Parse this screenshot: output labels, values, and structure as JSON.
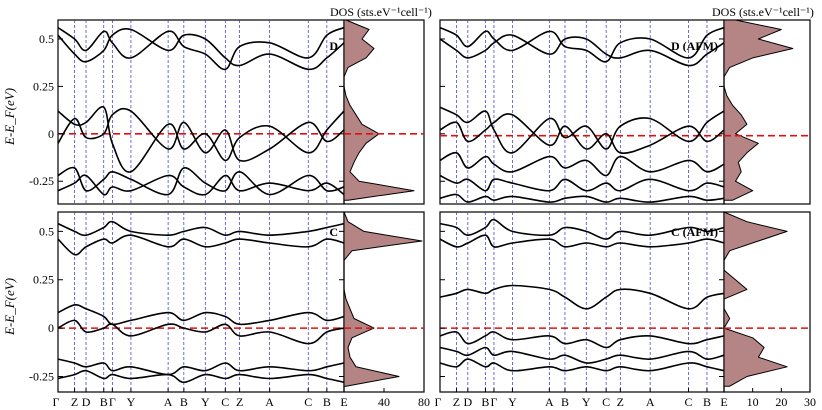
{
  "header": {
    "dos_label_left": "DOS (sts.eV⁻¹cell⁻¹)",
    "dos_label_right": "DOS (sts.eV⁻¹cell⁻¹)"
  },
  "axis": {
    "ylabel": "E-E_F(eV)",
    "band_ticks": [
      "0.5",
      "0.25",
      "0",
      "-0.25"
    ],
    "top_ticks": [
      "0.5",
      "0.25",
      "0",
      "-0.25"
    ],
    "bottom_ticks": [
      "0.5",
      "0.25",
      "0",
      "-0.25"
    ],
    "kpoints": [
      "Γ",
      "Z",
      "D",
      "B",
      "Γ",
      "Y",
      "A",
      "B",
      "Y",
      "C",
      "Z",
      "A",
      "C",
      "B",
      "E"
    ],
    "dos_ticks_left": [
      "40",
      "80"
    ],
    "dos_ticks_right": [
      "10",
      "20",
      "30"
    ]
  },
  "colors": {
    "dos_fill": "#b58484",
    "fermi_line": "#e01010",
    "kpath_lines": "#3030d0",
    "bands": "#000000"
  },
  "chart_data": [
    {
      "type": "line",
      "panel": "top-left bands",
      "label": "D",
      "ylim": [
        -0.37,
        0.6
      ],
      "fermi_level": 0,
      "kpoints": [
        "Γ",
        "Z",
        "D",
        "B",
        "Γ",
        "Y",
        "A",
        "B",
        "Y",
        "C",
        "Z",
        "A",
        "C",
        "B",
        "E"
      ],
      "series": [
        {
          "name": "band 1",
          "values": [
            0.56,
            0.5,
            0.44,
            0.54,
            0.48,
            0.4,
            0.54,
            0.46,
            0.42,
            0.34,
            0.46,
            0.48,
            0.4,
            0.52,
            0.56
          ]
        },
        {
          "name": "band 2",
          "values": [
            0.52,
            0.42,
            0.38,
            0.44,
            0.52,
            0.55,
            0.44,
            0.52,
            0.5,
            0.4,
            0.36,
            0.42,
            0.34,
            0.4,
            0.48
          ]
        },
        {
          "name": "band 3",
          "values": [
            0.12,
            0.05,
            0.06,
            0.14,
            -0.05,
            -0.2,
            0.05,
            -0.08,
            0.0,
            -0.14,
            -0.02,
            0.04,
            -0.1,
            0.02,
            0.12
          ]
        },
        {
          "name": "band 4",
          "values": [
            -0.05,
            0.08,
            -0.02,
            0.0,
            0.1,
            0.12,
            -0.08,
            0.06,
            -0.1,
            0.02,
            -0.14,
            -0.08,
            0.06,
            -0.04,
            0.02
          ]
        },
        {
          "name": "band 5",
          "values": [
            -0.22,
            -0.18,
            -0.3,
            -0.24,
            -0.2,
            -0.24,
            -0.32,
            -0.18,
            -0.26,
            -0.3,
            -0.2,
            -0.32,
            -0.22,
            -0.3,
            -0.28
          ]
        },
        {
          "name": "band 6",
          "values": [
            -0.3,
            -0.26,
            -0.22,
            -0.32,
            -0.28,
            -0.3,
            -0.22,
            -0.28,
            -0.32,
            -0.22,
            -0.3,
            -0.26,
            -0.3,
            -0.26,
            -0.32
          ]
        }
      ]
    },
    {
      "type": "area",
      "panel": "top-left DOS",
      "xlabel": "DOS (sts.eV⁻¹cell⁻¹)",
      "xlim": [
        0,
        80
      ],
      "energy": [
        0.6,
        0.55,
        0.5,
        0.45,
        0.4,
        0.35,
        0.3,
        0.25,
        0.2,
        0.15,
        0.1,
        0.05,
        0.0,
        -0.05,
        -0.1,
        -0.15,
        -0.2,
        -0.25,
        -0.3,
        -0.35
      ],
      "dos": [
        2,
        25,
        18,
        30,
        22,
        4,
        0,
        0,
        2,
        6,
        12,
        18,
        35,
        22,
        15,
        10,
        6,
        15,
        70,
        4
      ]
    },
    {
      "type": "line",
      "panel": "top-right bands",
      "label": "D (AFM)",
      "ylim": [
        -0.37,
        0.6
      ],
      "fermi_level": -0.01,
      "kpoints": [
        "Γ",
        "Z",
        "D",
        "B",
        "Γ",
        "Y",
        "A",
        "B",
        "Y",
        "C",
        "Z",
        "A",
        "C",
        "B",
        "E"
      ],
      "series": [
        {
          "name": "band 1",
          "values": [
            0.56,
            0.52,
            0.46,
            0.54,
            0.5,
            0.44,
            0.54,
            0.46,
            0.44,
            0.38,
            0.48,
            0.5,
            0.4,
            0.52,
            0.56
          ]
        },
        {
          "name": "band 2",
          "values": [
            0.5,
            0.44,
            0.4,
            0.44,
            0.48,
            0.52,
            0.42,
            0.5,
            0.5,
            0.42,
            0.4,
            0.44,
            0.36,
            0.42,
            0.48
          ]
        },
        {
          "name": "band 3",
          "values": [
            0.14,
            0.1,
            0.06,
            0.12,
            0.02,
            -0.1,
            0.08,
            -0.02,
            0.04,
            -0.08,
            0.04,
            0.08,
            -0.04,
            0.06,
            0.12
          ]
        },
        {
          "name": "band 4",
          "values": [
            0.02,
            0.06,
            -0.04,
            0.02,
            0.06,
            0.1,
            -0.06,
            0.04,
            -0.08,
            0.0,
            -0.1,
            -0.06,
            0.04,
            -0.04,
            0.02
          ]
        },
        {
          "name": "band 5",
          "values": [
            -0.14,
            -0.1,
            -0.18,
            -0.12,
            -0.16,
            -0.2,
            -0.12,
            -0.18,
            -0.14,
            -0.22,
            -0.12,
            -0.2,
            -0.14,
            -0.2,
            -0.16
          ]
        },
        {
          "name": "band 6",
          "values": [
            -0.22,
            -0.26,
            -0.24,
            -0.3,
            -0.24,
            -0.26,
            -0.3,
            -0.24,
            -0.3,
            -0.26,
            -0.3,
            -0.24,
            -0.3,
            -0.26,
            -0.28
          ]
        },
        {
          "name": "band 7",
          "values": [
            -0.34,
            -0.32,
            -0.36,
            -0.33,
            -0.35,
            -0.33,
            -0.36,
            -0.34,
            -0.33,
            -0.36,
            -0.34,
            -0.36,
            -0.33,
            -0.35,
            -0.34
          ]
        }
      ]
    },
    {
      "type": "area",
      "panel": "top-right DOS",
      "xlabel": "DOS (sts.eV⁻¹cell⁻¹)",
      "xlim": [
        0,
        30
      ],
      "energy": [
        0.6,
        0.55,
        0.5,
        0.45,
        0.4,
        0.35,
        0.3,
        0.25,
        0.2,
        0.15,
        0.1,
        0.05,
        0.0,
        -0.05,
        -0.1,
        -0.15,
        -0.2,
        -0.25,
        -0.3,
        -0.35
      ],
      "dos": [
        4,
        20,
        12,
        24,
        10,
        2,
        0,
        0,
        1,
        3,
        6,
        8,
        4,
        12,
        8,
        5,
        6,
        4,
        10,
        3
      ]
    },
    {
      "type": "line",
      "panel": "bottom-left bands",
      "label": "C",
      "ylim": [
        -0.33,
        0.6
      ],
      "fermi_level": 0,
      "kpoints": [
        "Γ",
        "Z",
        "D",
        "B",
        "Γ",
        "Y",
        "A",
        "B",
        "Y",
        "C",
        "Z",
        "A",
        "C",
        "B",
        "E"
      ],
      "series": [
        {
          "name": "band 1",
          "values": [
            0.54,
            0.5,
            0.48,
            0.52,
            0.55,
            0.5,
            0.48,
            0.5,
            0.52,
            0.48,
            0.5,
            0.48,
            0.5,
            0.52,
            0.54
          ]
        },
        {
          "name": "band 2",
          "values": [
            0.46,
            0.38,
            0.42,
            0.46,
            0.44,
            0.48,
            0.42,
            0.46,
            0.42,
            0.44,
            0.46,
            0.44,
            0.42,
            0.46,
            0.44
          ]
        },
        {
          "name": "band 3",
          "values": [
            0.08,
            0.12,
            0.1,
            0.06,
            0.02,
            0.04,
            0.08,
            0.04,
            0.08,
            0.06,
            0.02,
            0.04,
            0.08,
            0.04,
            0.06
          ]
        },
        {
          "name": "band 4",
          "values": [
            0.0,
            0.04,
            -0.02,
            0.0,
            0.02,
            -0.04,
            0.02,
            0.0,
            -0.02,
            0.02,
            -0.04,
            -0.02,
            -0.08,
            -0.02,
            0.0
          ]
        },
        {
          "name": "band 5",
          "values": [
            -0.16,
            -0.18,
            -0.2,
            -0.18,
            -0.22,
            -0.2,
            -0.24,
            -0.2,
            -0.22,
            -0.18,
            -0.22,
            -0.2,
            -0.22,
            -0.2,
            -0.18
          ]
        },
        {
          "name": "band 6",
          "values": [
            -0.26,
            -0.24,
            -0.22,
            -0.26,
            -0.24,
            -0.26,
            -0.24,
            -0.28,
            -0.24,
            -0.26,
            -0.24,
            -0.26,
            -0.24,
            -0.26,
            -0.28
          ]
        }
      ]
    },
    {
      "type": "area",
      "panel": "bottom-left DOS",
      "xlim": [
        0,
        80
      ],
      "energy": [
        0.6,
        0.55,
        0.5,
        0.45,
        0.4,
        0.35,
        0.3,
        0.25,
        0.2,
        0.15,
        0.1,
        0.05,
        0.0,
        -0.05,
        -0.1,
        -0.15,
        -0.2,
        -0.25,
        -0.3
      ],
      "dos": [
        0,
        4,
        20,
        78,
        8,
        0,
        0,
        0,
        0,
        2,
        6,
        10,
        30,
        8,
        4,
        6,
        12,
        55,
        2
      ]
    },
    {
      "type": "line",
      "panel": "bottom-right bands",
      "label": "C (AFM)",
      "ylim": [
        -0.33,
        0.6
      ],
      "fermi_level": 0,
      "kpoints": [
        "Γ",
        "Z",
        "D",
        "B",
        "Γ",
        "Y",
        "A",
        "B",
        "Y",
        "C",
        "Z",
        "A",
        "C",
        "B",
        "E"
      ],
      "series": [
        {
          "name": "band 1",
          "values": [
            0.54,
            0.52,
            0.48,
            0.52,
            0.56,
            0.5,
            0.48,
            0.52,
            0.5,
            0.46,
            0.5,
            0.48,
            0.52,
            0.5,
            0.52
          ]
        },
        {
          "name": "band 2",
          "values": [
            0.46,
            0.42,
            0.44,
            0.48,
            0.42,
            0.44,
            0.46,
            0.42,
            0.44,
            0.42,
            0.44,
            0.42,
            0.44,
            0.46,
            0.44
          ]
        },
        {
          "name": "band 3",
          "values": [
            0.16,
            0.18,
            0.2,
            0.18,
            0.2,
            0.22,
            0.2,
            0.16,
            0.1,
            0.16,
            0.2,
            0.18,
            0.1,
            0.16,
            0.18
          ]
        },
        {
          "name": "band 4",
          "values": [
            -0.04,
            -0.02,
            -0.08,
            -0.04,
            -0.02,
            -0.06,
            -0.04,
            -0.08,
            -0.06,
            -0.1,
            -0.06,
            -0.04,
            -0.08,
            -0.06,
            -0.04
          ]
        },
        {
          "name": "band 5",
          "values": [
            -0.1,
            -0.12,
            -0.14,
            -0.1,
            -0.14,
            -0.12,
            -0.16,
            -0.14,
            -0.18,
            -0.16,
            -0.14,
            -0.16,
            -0.12,
            -0.16,
            -0.14
          ]
        },
        {
          "name": "band 6",
          "values": [
            -0.18,
            -0.2,
            -0.16,
            -0.2,
            -0.18,
            -0.22,
            -0.2,
            -0.22,
            -0.2,
            -0.22,
            -0.2,
            -0.22,
            -0.18,
            -0.2,
            -0.22
          ]
        }
      ]
    },
    {
      "type": "area",
      "panel": "bottom-right DOS",
      "xlim": [
        0,
        30
      ],
      "energy": [
        0.6,
        0.55,
        0.5,
        0.45,
        0.4,
        0.35,
        0.3,
        0.25,
        0.2,
        0.15,
        0.1,
        0.05,
        0.0,
        -0.05,
        -0.1,
        -0.15,
        -0.2,
        -0.25,
        -0.3
      ],
      "dos": [
        0,
        8,
        22,
        12,
        2,
        0,
        0,
        4,
        8,
        0,
        0,
        2,
        0,
        10,
        14,
        12,
        22,
        8,
        2
      ]
    }
  ]
}
